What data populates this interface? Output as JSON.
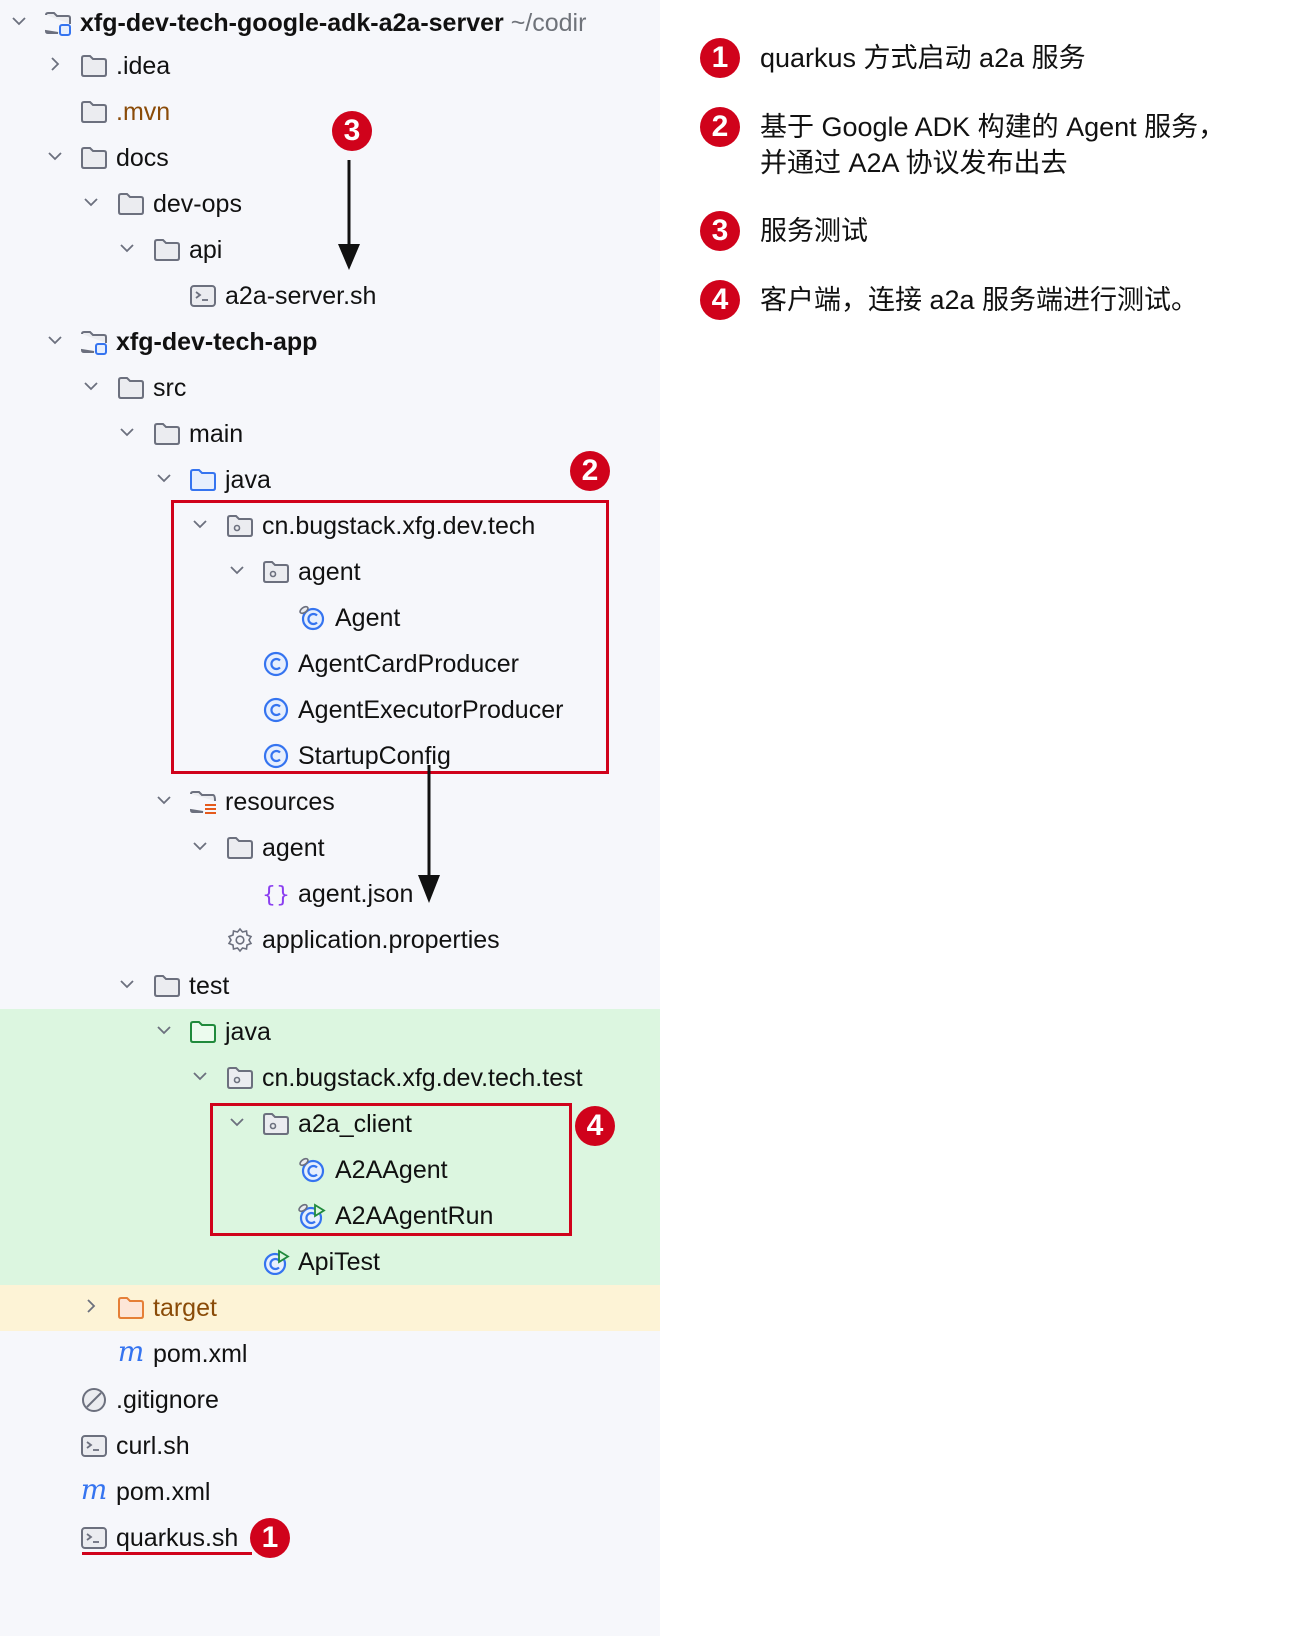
{
  "tree": {
    "root": {
      "label": "xfg-dev-tech-google-adk-a2a-server",
      "path": "~/codir"
    },
    "rows": [
      {
        "label": ".idea"
      },
      {
        "label": ".mvn"
      },
      {
        "label": "docs"
      },
      {
        "label": "dev-ops"
      },
      {
        "label": "api"
      },
      {
        "label": "a2a-server.sh"
      },
      {
        "label": "xfg-dev-tech-app"
      },
      {
        "label": "src"
      },
      {
        "label": "main"
      },
      {
        "label": "java"
      },
      {
        "label": "cn.bugstack.xfg.dev.tech"
      },
      {
        "label": "agent"
      },
      {
        "label": "Agent"
      },
      {
        "label": "AgentCardProducer"
      },
      {
        "label": "AgentExecutorProducer"
      },
      {
        "label": "StartupConfig"
      },
      {
        "label": "resources"
      },
      {
        "label": "agent"
      },
      {
        "label": "agent.json"
      },
      {
        "label": "application.properties"
      },
      {
        "label": "test"
      },
      {
        "label": "java"
      },
      {
        "label": "cn.bugstack.xfg.dev.tech.test"
      },
      {
        "label": "a2a_client"
      },
      {
        "label": "A2AAgent"
      },
      {
        "label": "A2AAgentRun"
      },
      {
        "label": "ApiTest"
      },
      {
        "label": "target"
      },
      {
        "label": "pom.xml"
      },
      {
        "label": ".gitignore"
      },
      {
        "label": "curl.sh"
      },
      {
        "label": "pom.xml"
      },
      {
        "label": "quarkus.sh"
      }
    ]
  },
  "badges": {
    "one": "1",
    "two": "2",
    "three": "3",
    "four": "4"
  },
  "notes": [
    {
      "num": "1",
      "text": "quarkus 方式启动 a2a 服务"
    },
    {
      "num": "2",
      "text_line1": "基于 Google ADK 构建的 Agent 服务，",
      "text_line2": "并通过 A2A 协议发布出去"
    },
    {
      "num": "3",
      "text": "服务测试"
    },
    {
      "num": "4",
      "text": "客户端，连接 a2a 服务端进行测试。"
    }
  ],
  "colors": {
    "accent_red": "#d0021b",
    "tree_bg": "#f6f7fb",
    "test_bg": "#dcf6e0",
    "excluded_bg": "#fdf3d6",
    "class_blue": "#3574f0"
  }
}
